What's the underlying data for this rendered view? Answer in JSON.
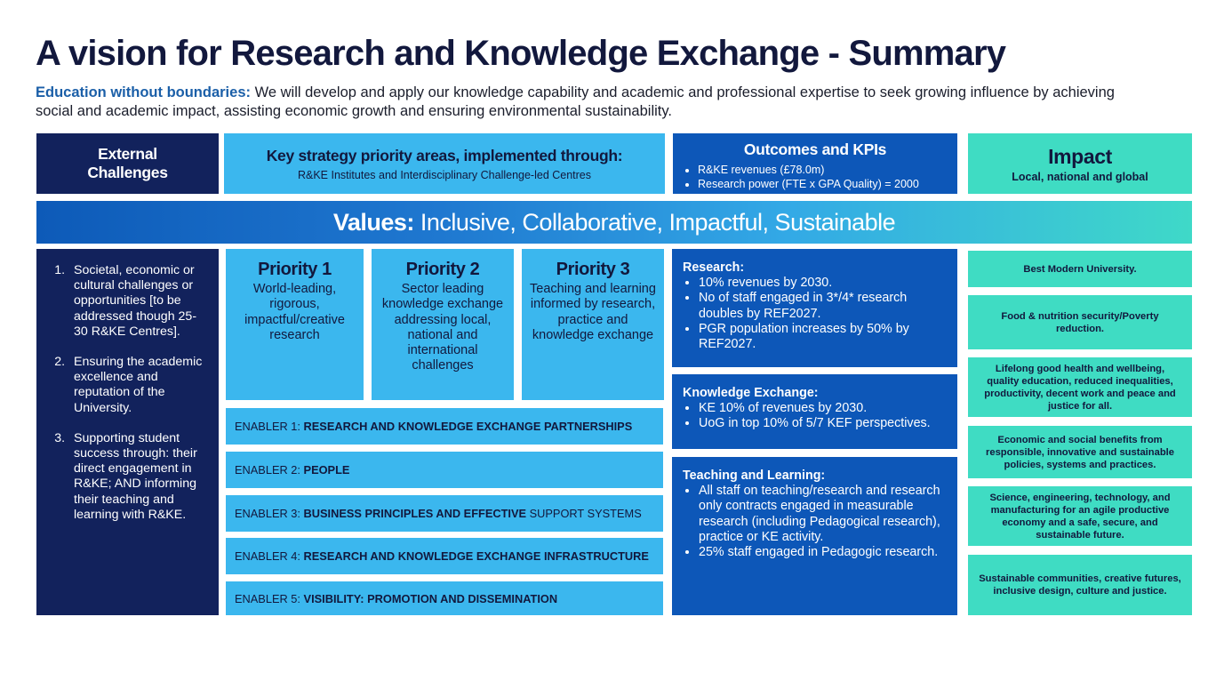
{
  "title": "A vision for Research and Knowledge Exchange - Summary",
  "intro": {
    "lead": "Education without boundaries:",
    "text": " We will develop and apply our knowledge capability and academic and professional expertise to seek growing influence by achieving social and academic impact, assisting economic growth and ensuring environmental sustainability."
  },
  "headers": {
    "external": "External Challenges",
    "key_strategy": {
      "title": "Key strategy priority areas, implemented through:",
      "subtitle": "R&KE Institutes and Interdisciplinary Challenge-led Centres"
    },
    "outcomes": {
      "title": "Outcomes and KPIs",
      "items": [
        "R&KE revenues (£78.0m)",
        "Research power (FTE x GPA Quality) = 2000"
      ]
    },
    "impact": {
      "title": "Impact",
      "subtitle": "Local, national and global"
    }
  },
  "values": {
    "label": "Values:",
    "text": "Inclusive, Collaborative, Impactful, Sustainable"
  },
  "challenges": [
    "Societal, economic or cultural challenges or opportunities [to be addressed though 25-30 R&KE Centres].",
    "Ensuring the academic excellence and reputation of the University.",
    "Supporting student success through: their direct engagement in R&KE; AND informing their teaching and learning with R&KE."
  ],
  "priorities": [
    {
      "title": "Priority 1",
      "desc": "World-leading, rigorous, impactful/creative research"
    },
    {
      "title": "Priority 2",
      "desc": "Sector leading knowledge exchange addressing local, national and international challenges"
    },
    {
      "title": "Priority 3",
      "desc": "Teaching and learning informed by research, practice and knowledge exchange"
    }
  ],
  "enablers": [
    {
      "prefix": "ENABLER 1: ",
      "bold": "RESEARCH AND KNOWLEDGE EXCHANGE PARTNERSHIPS",
      "suffix": ""
    },
    {
      "prefix": "ENABLER 2: ",
      "bold": "PEOPLE",
      "suffix": ""
    },
    {
      "prefix": "ENABLER 3: ",
      "bold": "BUSINESS PRINCIPLES AND EFFECTIVE",
      "suffix": " SUPPORT SYSTEMS"
    },
    {
      "prefix": "ENABLER 4: ",
      "bold": "RESEARCH AND KNOWLEDGE EXCHANGE INFRASTRUCTURE",
      "suffix": ""
    },
    {
      "prefix": "ENABLER 5: ",
      "bold": "VISIBILITY: PROMOTION AND DISSEMINATION",
      "suffix": ""
    }
  ],
  "outcomes": {
    "research": {
      "title": "Research:",
      "items": [
        "10% revenues by 2030.",
        "No of staff engaged in 3*/4* research doubles by REF2027.",
        "PGR population increases by 50% by REF2027."
      ]
    },
    "knowledge_exchange": {
      "title": "Knowledge Exchange:",
      "items": [
        "KE 10% of revenues by 2030.",
        "UoG in top 10% of 5/7 KEF perspectives."
      ]
    },
    "teaching": {
      "title": "Teaching and Learning:",
      "items": [
        "All staff on teaching/research and research only contracts engaged in measurable research (including Pedagogical research), practice or KE activity.",
        "25% staff engaged in Pedagogic research."
      ]
    }
  },
  "impacts": [
    "Best Modern University.",
    "Food & nutrition security/Poverty reduction.",
    "Lifelong good health and wellbeing, quality education, reduced inequalities, productivity, decent work and peace and justice for all.",
    "Economic and social benefits from responsible, innovative and sustainable policies, systems and practices.",
    "Science, engineering, technology, and manufacturing for an agile productive economy and a safe, secure, and sustainable future.",
    "Sustainable communities, creative futures, inclusive design, culture and justice."
  ],
  "colors": {
    "navy": "#12225c",
    "sky": "#3bb7ee",
    "royal": "#0d57b8",
    "teal": "#3fdcc3",
    "title": "#12183d",
    "lead": "#1b5fa8"
  }
}
